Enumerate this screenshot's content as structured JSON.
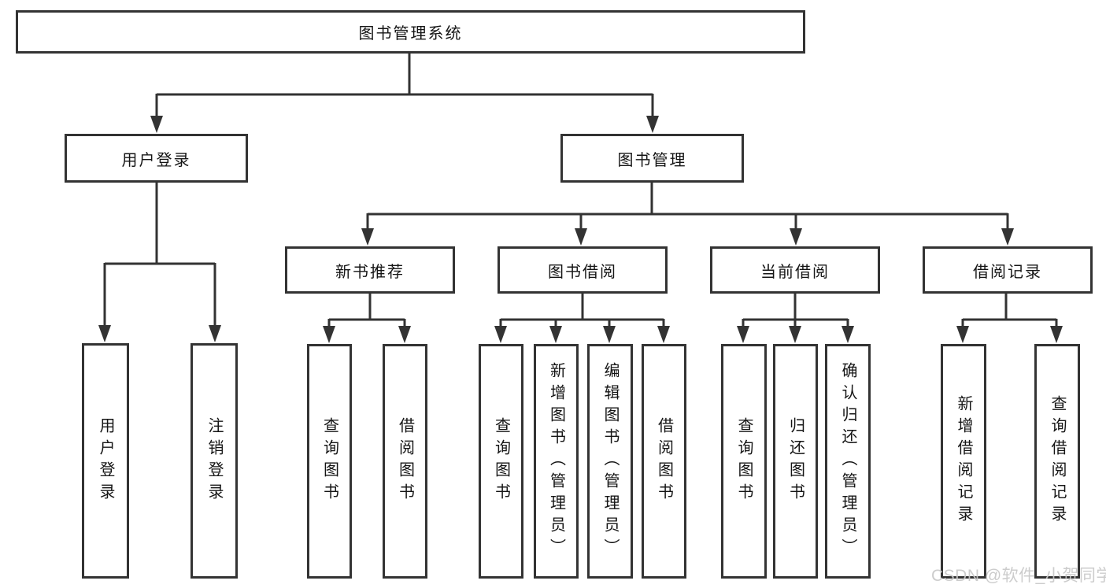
{
  "diagram_type": "hierarchy-tree",
  "colors": {
    "background": "#ffffff",
    "line": "#333333",
    "box_border": "#333333",
    "box_fill": "#ffffff",
    "text": "#151515",
    "watermark": "#c8c8c8"
  },
  "root": {
    "label": "图书管理系统"
  },
  "branches": [
    {
      "label": "用户登录",
      "children": [
        {
          "label": "用户登录"
        },
        {
          "label": "注销登录"
        }
      ]
    },
    {
      "label": "图书管理",
      "children": [
        {
          "label": "新书推荐",
          "children": [
            {
              "label": "查询图书"
            },
            {
              "label": "借阅图书"
            }
          ]
        },
        {
          "label": "图书借阅",
          "children": [
            {
              "label": "查询图书"
            },
            {
              "label": "新增图书（管理员）"
            },
            {
              "label": "编辑图书（管理员）"
            },
            {
              "label": "借阅图书"
            }
          ]
        },
        {
          "label": "当前借阅",
          "children": [
            {
              "label": "查询图书"
            },
            {
              "label": "归还图书"
            },
            {
              "label": "确认归还（管理员）"
            }
          ]
        },
        {
          "label": "借阅记录",
          "children": [
            {
              "label": "新增借阅记录"
            },
            {
              "label": "查询借阅记录"
            }
          ]
        }
      ]
    }
  ],
  "watermark": "CSDN @软件_小贺同学"
}
